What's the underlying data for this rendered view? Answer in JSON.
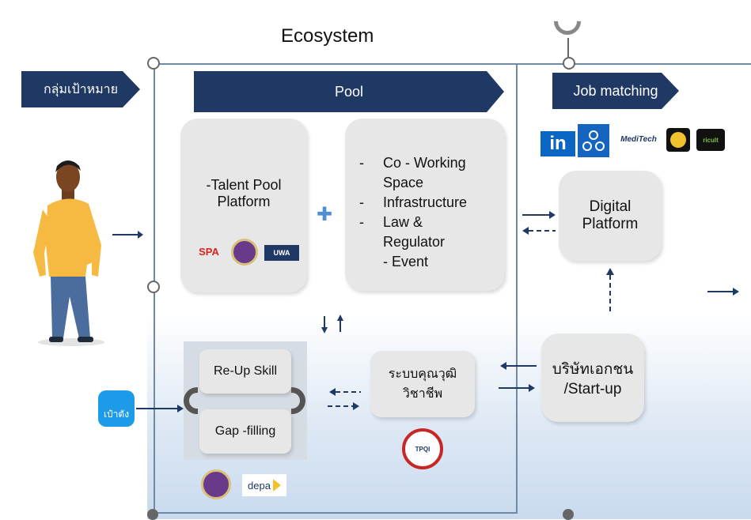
{
  "title": "Ecosystem",
  "target_group_label": "กลุ่มเป้าหมาย",
  "pool_label": "Pool",
  "job_matching_label": "Job matching",
  "talent_pool": {
    "line1": "-Talent Pool",
    "line2": "Platform"
  },
  "plus_symbol": "✚",
  "services": [
    {
      "bullet": "-",
      "text": "Co - Working"
    },
    {
      "bullet": "",
      "text": "Space"
    },
    {
      "bullet": "-",
      "text": "Infrastructure"
    },
    {
      "bullet": "-",
      "text": "Law &"
    },
    {
      "bullet": "",
      "text": "Regulator"
    },
    {
      "bullet": "",
      "text": "- Event"
    }
  ],
  "digital_platform": {
    "line1": "Digital",
    "line2": "Platform"
  },
  "private_company": {
    "line1": "บริษัทเอกชน",
    "line2": "/Start-up"
  },
  "reskill": "Re-Up Skill",
  "gap_filling": "Gap -filling",
  "prof_qual": {
    "line1": "ระบบคุณวุฒิ",
    "line2": "วิชาชีพ"
  },
  "target_app_label": "เป๋าตัง",
  "logos": {
    "spa": "SPA",
    "uwa": "UWA",
    "depa": "depa",
    "linkedin": "in",
    "meditech": "MediTech",
    "tpqi": "TPQI",
    "ricult": "ricult"
  },
  "colors": {
    "navy": "#1f3864",
    "card": "#e7e7e7",
    "frame": "#6d8aa6",
    "plus": "#4f8fd1"
  }
}
